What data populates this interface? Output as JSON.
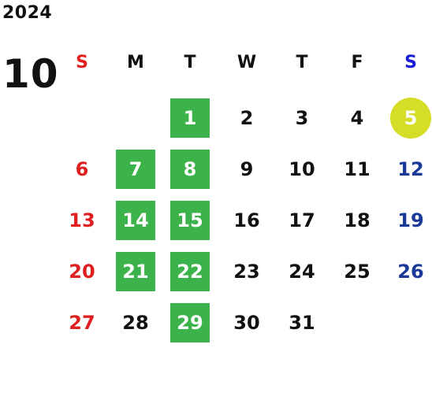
{
  "year": "2024",
  "month": "10",
  "weekdays": [
    "S",
    "M",
    "T",
    "W",
    "T",
    "F",
    "S"
  ],
  "colors": {
    "sunday": "#e02020",
    "saturday": "#1a3a9a",
    "saturday_header": "#1a1ad8",
    "highlight_green": "#3cb34a",
    "highlight_holiday": "#d6dd26"
  },
  "weeks": [
    [
      "",
      "",
      "1",
      "2",
      "3",
      "4",
      "5"
    ],
    [
      "6",
      "7",
      "8",
      "9",
      "10",
      "11",
      "12"
    ],
    [
      "13",
      "14",
      "15",
      "16",
      "17",
      "18",
      "19"
    ],
    [
      "20",
      "21",
      "22",
      "23",
      "24",
      "25",
      "26"
    ],
    [
      "27",
      "28",
      "29",
      "30",
      "31",
      "",
      ""
    ]
  ],
  "green_days": [
    "1",
    "7",
    "8",
    "14",
    "15",
    "21",
    "22",
    "29"
  ],
  "holiday_days": [
    "5"
  ]
}
